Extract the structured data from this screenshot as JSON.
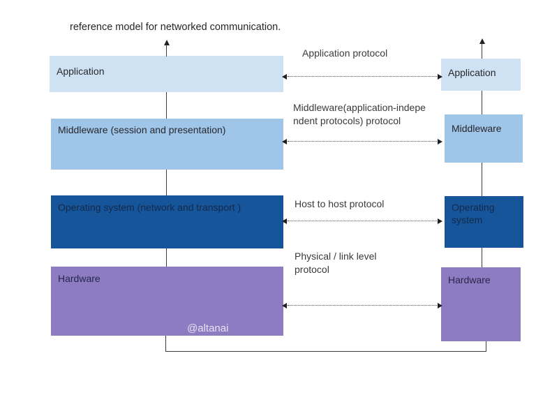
{
  "title": "reference model for networked communication.",
  "watermark": "@altanai",
  "colors": {
    "application": "#cfe2f3",
    "middleware": "#9fc5e8",
    "operating_system": "#17559b",
    "hardware": "#8e7cc3",
    "line": "#3c3c3c"
  },
  "left_stack": {
    "items": [
      {
        "label": "Application"
      },
      {
        "label": "Middleware (session and presentation)"
      },
      {
        "label": "Operating system (network and transport )"
      },
      {
        "label": "Hardware"
      }
    ]
  },
  "right_stack": {
    "items": [
      {
        "label": "Application"
      },
      {
        "label": "Middleware"
      },
      {
        "label": "Operating\nsystem"
      },
      {
        "label": "Hardware"
      }
    ]
  },
  "protocol_labels": {
    "items": [
      {
        "label": "Application protocol"
      },
      {
        "label": "Middleware(application-indepe\nndent protocols)  protocol"
      },
      {
        "label": "Host to host protocol"
      },
      {
        "label": "Physical / link level\nprotocol"
      }
    ]
  }
}
